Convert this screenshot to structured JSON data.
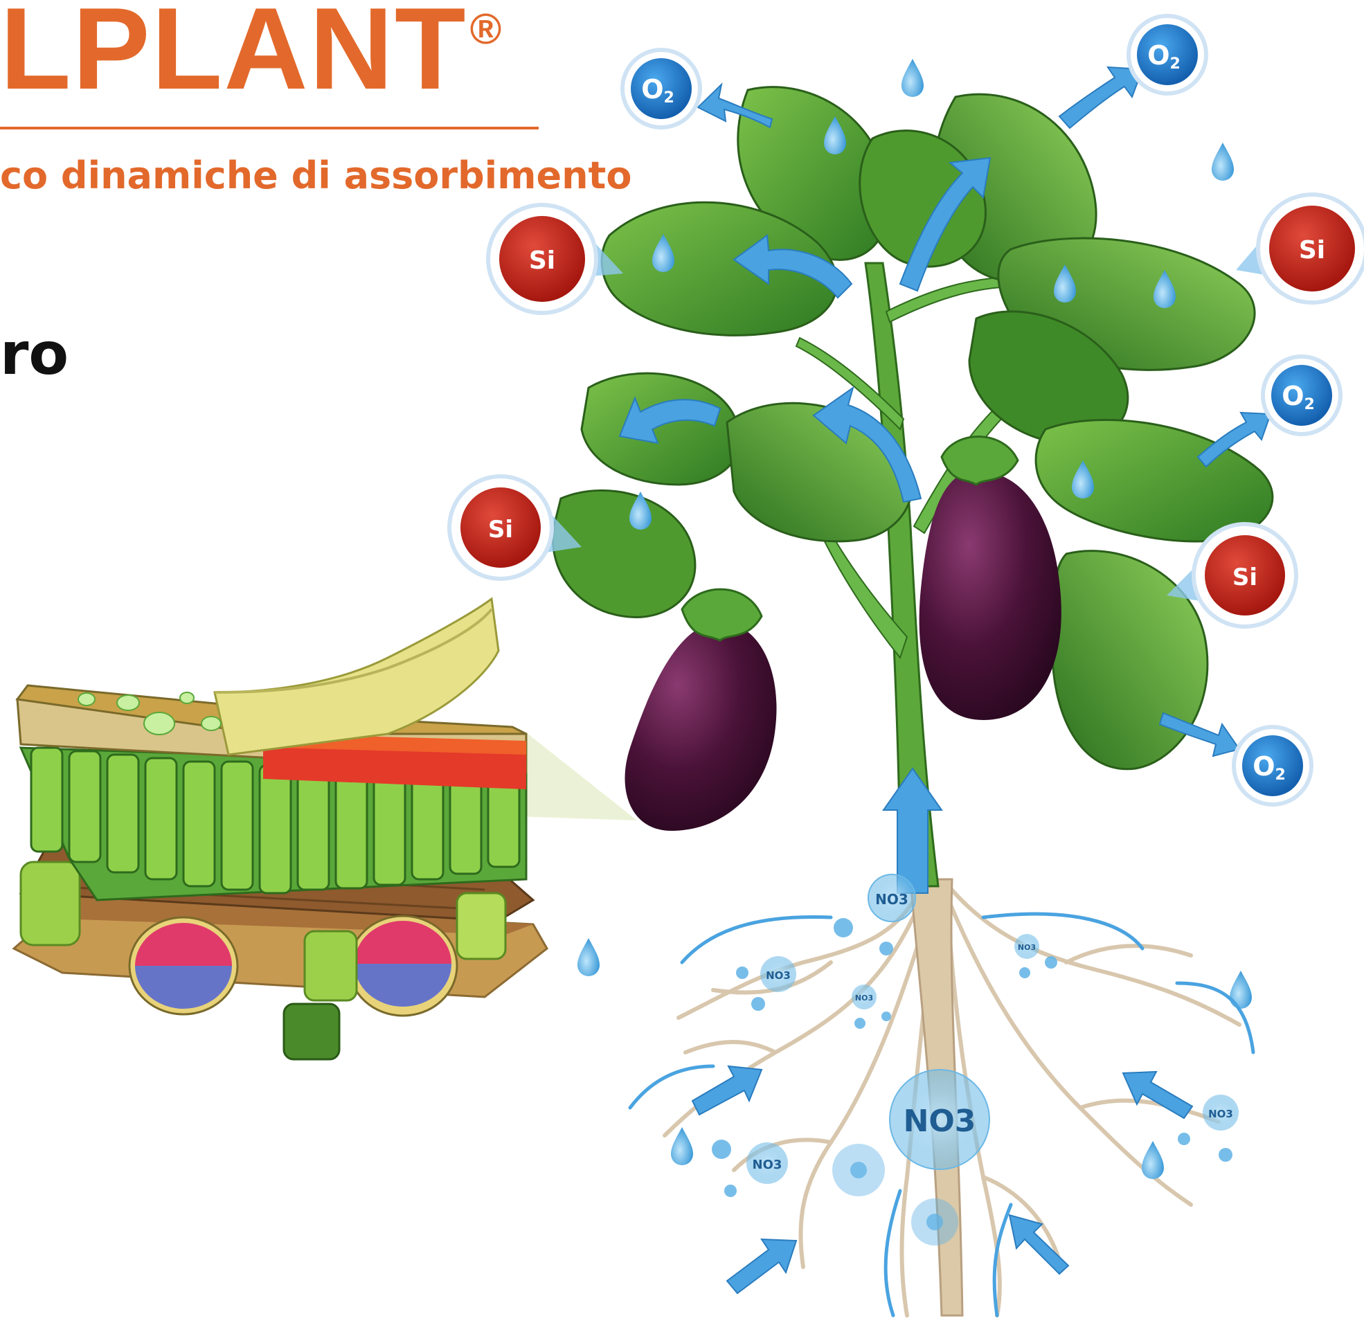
{
  "header": {
    "brand": "LPLANT",
    "brand_mark": "®",
    "subtitle": "co dinamiche di assorbimento",
    "fragment": "ro"
  },
  "labels": {
    "oxygen_main": "O",
    "oxygen_sub": "2",
    "silicon": "Si",
    "nitrate": "NO3"
  },
  "colors": {
    "brand_orange": "#e2692b",
    "oxygen_blue": "#1e7fd0",
    "silicon_red": "#c8241c",
    "arrow_blue": "#4aa3e0",
    "leaf_green": "#3e8f2a",
    "eggplant_purple": "#4a1238",
    "root_beige": "#d8c7ad"
  }
}
